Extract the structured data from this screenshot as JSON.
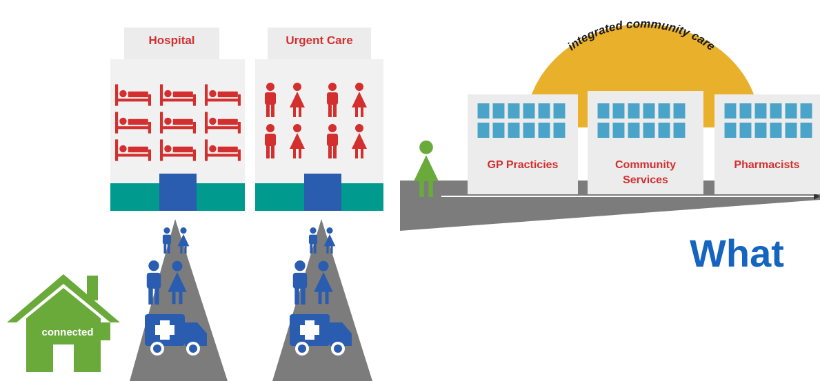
{
  "buildings": {
    "hospital": {
      "label": "Hospital"
    },
    "urgent_care": {
      "label": "Urgent Care"
    }
  },
  "community": {
    "arc_label": "integrated community care",
    "blocks": [
      {
        "label_lines": [
          "GP Practicies"
        ]
      },
      {
        "label_lines": [
          "Community",
          "Services"
        ]
      },
      {
        "label_lines": [
          "Pharmacists"
        ]
      }
    ]
  },
  "home": {
    "label": "connected"
  },
  "heading": {
    "text": "What"
  },
  "colors": {
    "red": "#d32f2f",
    "teal": "#009a8e",
    "blue": "#2a5db0",
    "green": "#6aaa3a",
    "gold": "#e8b02b",
    "gray": "#7c7c7c",
    "window": "#4aa3c8",
    "heading": "#1565c0"
  }
}
